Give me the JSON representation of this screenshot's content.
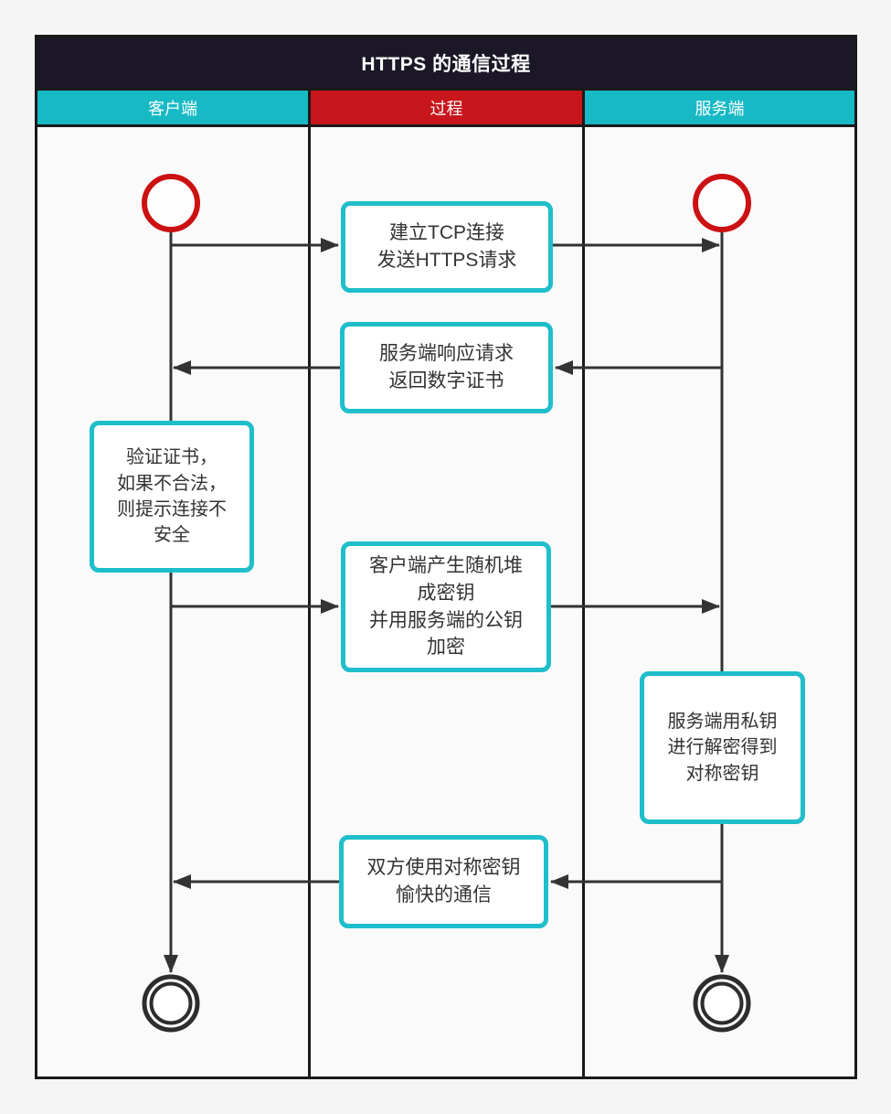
{
  "diagram": {
    "title": "HTTPS 的通信过程",
    "lanes": {
      "client": {
        "label": "客户端"
      },
      "process": {
        "label": "过程"
      },
      "server": {
        "label": "服务端"
      }
    },
    "nodes": {
      "tcp_request": {
        "text": "建立TCP连接\n发送HTTPS请求"
      },
      "server_response": {
        "text": "服务端响应请求\n返回数字证书"
      },
      "verify_cert": {
        "text": "验证证书，\n如果不合法，\n则提示连接不\n安全"
      },
      "client_gen_key": {
        "text": "客户端产生随机堆\n成密钥\n并用服务端的公钥\n加密"
      },
      "server_decrypt": {
        "text": "服务端用私钥\n进行解密得到\n对称密钥"
      },
      "symmetric_comm": {
        "text": "双方使用对称密钥\n愉快的通信"
      }
    },
    "symbols": {
      "start_client": "start-event-circle",
      "start_server": "start-event-circle",
      "end_client": "end-event-double-circle",
      "end_server": "end-event-double-circle"
    },
    "colors": {
      "title_bg": "#1b1726",
      "header_cyan": "#17b9c5",
      "header_red": "#c8161c",
      "header_text": "#ffffff",
      "box_border": "#1fbecb",
      "box_fill": "#ffffff",
      "box_text": "#333333",
      "start_circle_stroke": "#cc1113",
      "end_circle_stroke": "#2d2d2d",
      "line": "#333333",
      "frame_border": "#1a1a1a",
      "lane_bg": "#fafafa",
      "page_bg": "#f6f5f5"
    }
  }
}
